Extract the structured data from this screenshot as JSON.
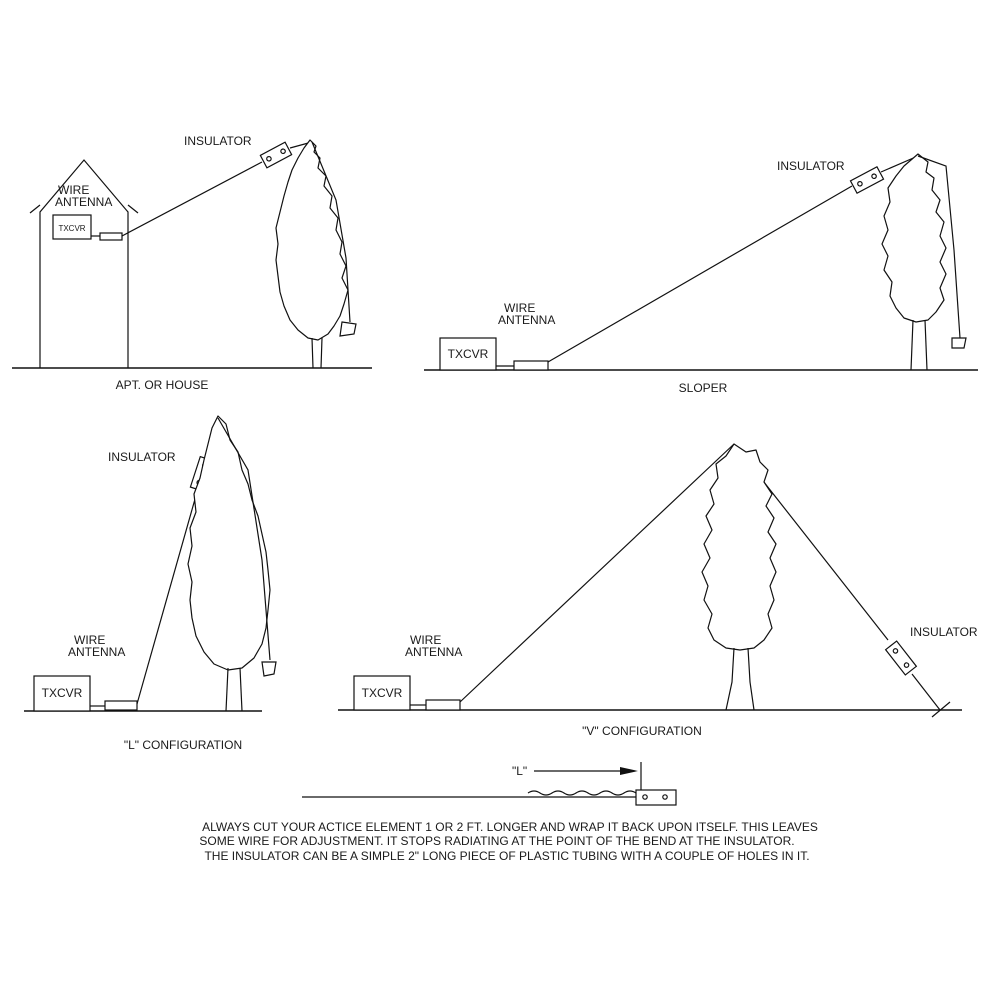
{
  "labels": {
    "insulator": "INSULATOR",
    "wire": "WIRE",
    "antenna": "ANTENNA",
    "txcvr": "TXCVR"
  },
  "captions": {
    "house": "APT. OR HOUSE",
    "sloper": "SLOPER",
    "l_config": "\"L\" CONFIGURATION",
    "v_config": "\"V\" CONFIGURATION"
  },
  "detail": {
    "l_label": "\"L\""
  },
  "notes": {
    "line1": "ALWAYS CUT YOUR ACTICE ELEMENT 1 OR 2 FT. LONGER AND WRAP IT BACK UPON ITSELF. THIS LEAVES",
    "line2": "SOME WIRE FOR ADJUSTMENT. IT STOPS RADIATING AT THE POINT OF THE BEND AT THE INSULATOR.",
    "line3": "THE INSULATOR CAN BE A SIMPLE 2\" LONG  PIECE OF PLASTIC TUBING WITH A COUPLE OF HOLES IN IT."
  }
}
